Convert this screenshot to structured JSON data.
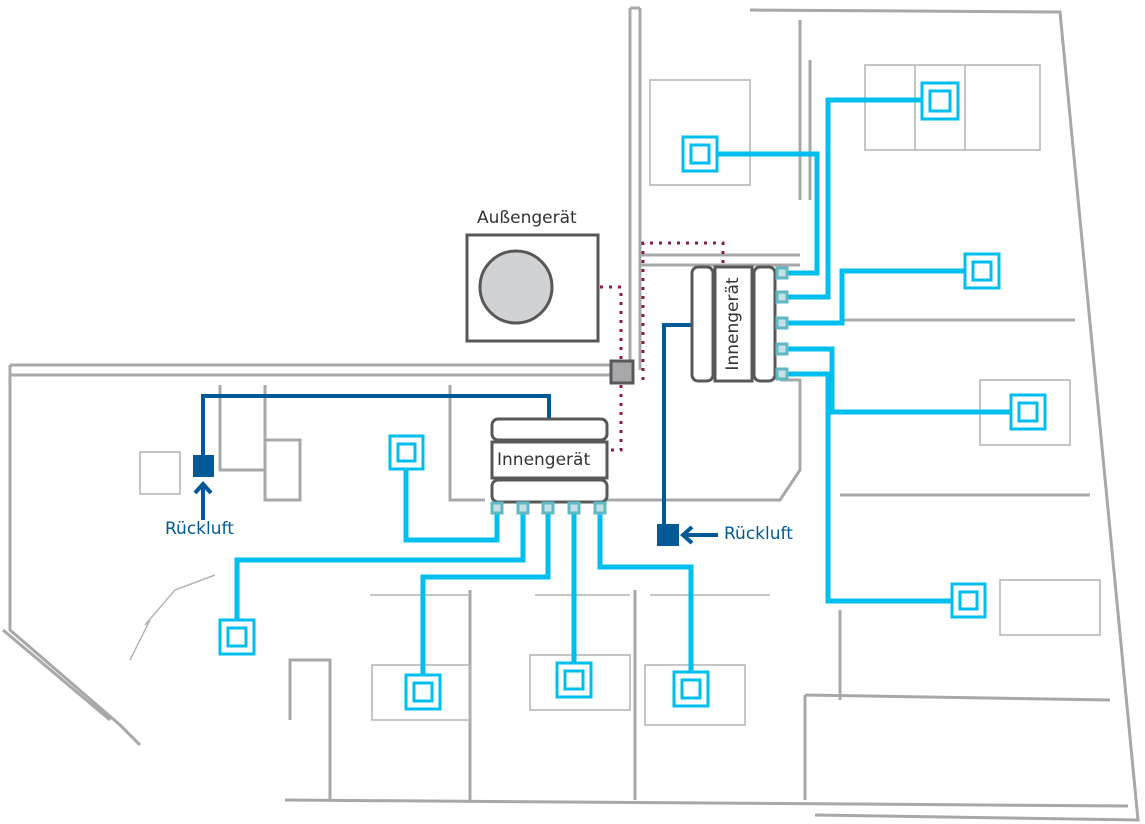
{
  "outdoor_unit": {
    "label": "Außengerät"
  },
  "indoor_units": [
    {
      "label": "Innengerät",
      "orientation": "horizontal"
    },
    {
      "label": "Innengerät",
      "orientation": "vertical"
    }
  ],
  "return_air": [
    {
      "label": "Rückluft"
    },
    {
      "label": "Rückluft"
    }
  ],
  "colors": {
    "supply_duct": "#00bfef",
    "return_duct": "#005a96",
    "refrigerant_line": "#8b1a4f",
    "walls": "#a7a8aa",
    "unit_outline": "#58585a",
    "port": "#5fb8c2"
  }
}
